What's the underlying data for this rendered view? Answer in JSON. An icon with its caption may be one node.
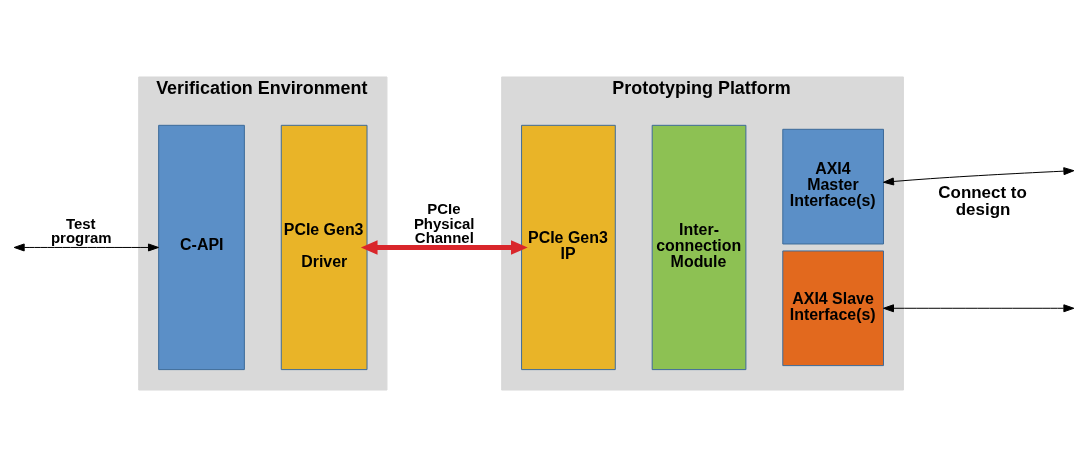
{
  "diagram": {
    "nodes": [
      {
        "text": [
          "Verification Environment"
        ]
      },
      {
        "text": [
          "C-API"
        ],
        "in": 0
      },
      {
        "text": [
          "PCIe Gen3",
          "Driver"
        ],
        "in": 0
      },
      {
        "text": [
          "Prototyping Platform"
        ]
      },
      {
        "text": [
          "PCIe Gen3 IP"
        ],
        "in": 3
      },
      {
        "text": [
          "Inter- connection Module"
        ],
        "in": 3
      },
      {
        "text": [
          "AXI4 Master Interface(s)"
        ],
        "in": 3
      },
      {
        "text": [
          "AXI4 Slave Interface(s)"
        ],
        "in": 3
      }
    ],
    "edges": [
      {
        "from": null,
        "to": 1,
        "arrow": "both",
        "label": "Test program"
      },
      {
        "from": 2,
        "to": 4,
        "arrow": "both",
        "label": "PCIe Physical Channel",
        "style": "thick",
        "color": "#d9262b"
      },
      {
        "from": 6,
        "to": null,
        "arrow": "both"
      },
      {
        "from": 7,
        "to": null,
        "arrow": "both"
      }
    ],
    "labels": [
      "Connect to design"
    ]
  }
}
